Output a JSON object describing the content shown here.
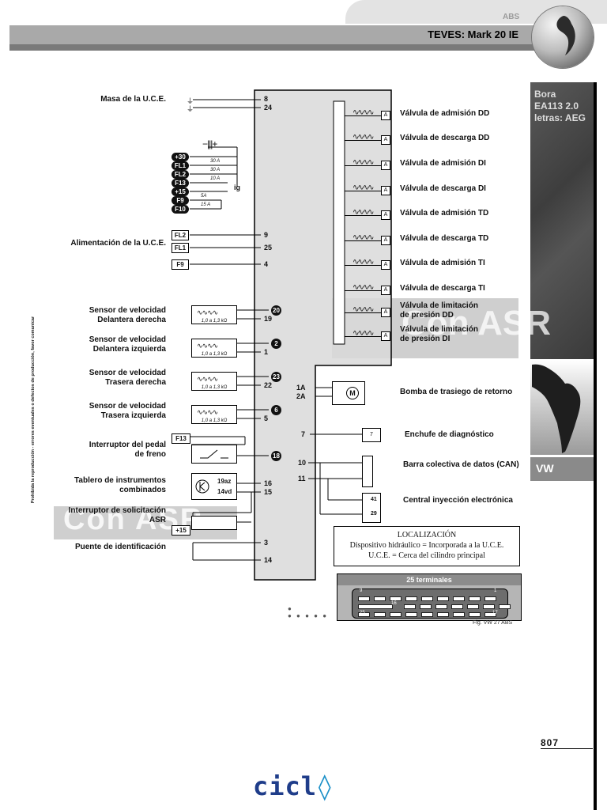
{
  "header": {
    "section": "ABS",
    "title": "TEVES: Mark 20 IE"
  },
  "sidebar": {
    "model_lines": [
      "Bora",
      "EA113  2.0",
      "letras: AEG"
    ],
    "brand": "VW",
    "page_number": "807"
  },
  "watermark": "Con ASR",
  "vertical_notice": "Prohibida la reproducción - errores eventuales o defectos de producción, favor comunicar",
  "left_labels": {
    "masa": "Masa de la U.C.E.",
    "alimentacion": "Alimentación de la U.C.E.",
    "sensor_dd": [
      "Sensor de velocidad",
      "Delantera derecha"
    ],
    "sensor_di": [
      "Sensor de velocidad",
      "Delantera izquierda"
    ],
    "sensor_td": [
      "Sensor de velocidad",
      "Trasera derecha"
    ],
    "sensor_ti": [
      "Sensor de velocidad",
      "Trasera izquierda"
    ],
    "freno": [
      "Interruptor del pedal",
      "de freno"
    ],
    "tablero": [
      "Tablero de instrumentos",
      "combinados"
    ],
    "asr": [
      "Interruptor de solicitación",
      "ASR"
    ],
    "puente": "Puente de identificación"
  },
  "fuse_pills": [
    "+30",
    "FL1",
    "FL2",
    "F13",
    "+15",
    "F9",
    "F10"
  ],
  "fuse_ratings": [
    "30 A",
    "30 A",
    "10 A",
    "5A",
    "15 A"
  ],
  "ig_label": "ig",
  "fuse_boxes": {
    "fl2": "FL2",
    "fl1": "FL1",
    "f9": "F9",
    "f13": "F13",
    "plus15": "+15"
  },
  "pins": {
    "p8": "8",
    "p24": "24",
    "p9": "9",
    "p25": "25",
    "p4": "4",
    "p19": "19",
    "p1": "1",
    "p22": "22",
    "p5": "5",
    "p16": "16",
    "p15": "15",
    "p3": "3",
    "p14": "14",
    "p1a": "1A",
    "p2a": "2A",
    "p7": "7",
    "p10": "10",
    "p11": "11"
  },
  "circle_pins": [
    "20",
    "2",
    "23",
    "6",
    "18"
  ],
  "sensor_caption": "1,0 a 1,3 kΩ",
  "tablero_pins": [
    "19az",
    "14vd"
  ],
  "right_valves": [
    "Válvula de admisión DD",
    "Válvula de descarga DD",
    "Válvula de admisión DI",
    "Válvula de descarga DI",
    "Válvula de admisión TD",
    "Válvula de descarga TD",
    "Válvula de admisión TI",
    "Válvula de descarga TI"
  ],
  "right_limit": [
    [
      "Válvula de limitación",
      "de presión DD"
    ],
    [
      "Válvula de limitación",
      "de presión DI"
    ]
  ],
  "valve_tag": "A",
  "right_components": {
    "bomba": "Bomba de trasiego de retorno",
    "enchufe": "Enchufe de diagnóstico",
    "can": "Barra colectiva de datos (CAN)",
    "central": "Central inyección electrónica"
  },
  "connector_pins": {
    "diag": "7",
    "c41": "41",
    "c29": "29"
  },
  "localizacion": {
    "title": "LOCALIZACIÓN",
    "line1": "Dispositivo hidráulico = Incorporada a la U.C.E.",
    "line2": "U.C.E. = Cerca del cilindro principal"
  },
  "connector": {
    "title": "25 terminales",
    "n9": "9",
    "n1": "1",
    "n16": "16",
    "n25": "25",
    "n17": "17"
  },
  "figure_ref": "Fig. VW 27 ABS",
  "logo": "cicl"
}
